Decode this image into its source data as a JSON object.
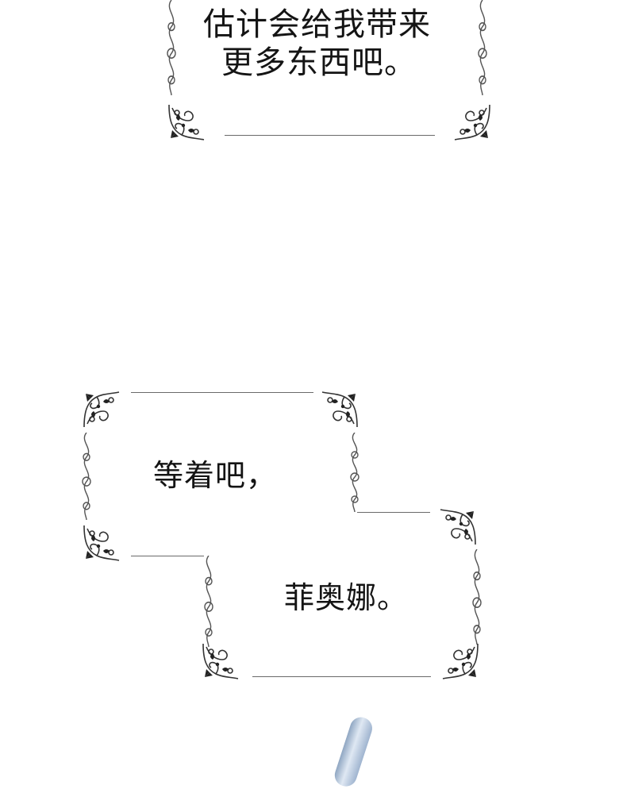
{
  "panels": [
    {
      "lines": [
        "估计会给我带来",
        "更多东西吧。"
      ]
    },
    {
      "lines": [
        "等着吧，"
      ]
    },
    {
      "lines": [
        "菲奥娜。"
      ]
    }
  ],
  "icons": {
    "corner": "ornament-corner-icon",
    "vine": "ornament-vine-icon"
  },
  "colors": {
    "ink": "#141414",
    "frame": "#6a6a6a",
    "stroke": "#9fb4cf",
    "background": "#ffffff"
  }
}
